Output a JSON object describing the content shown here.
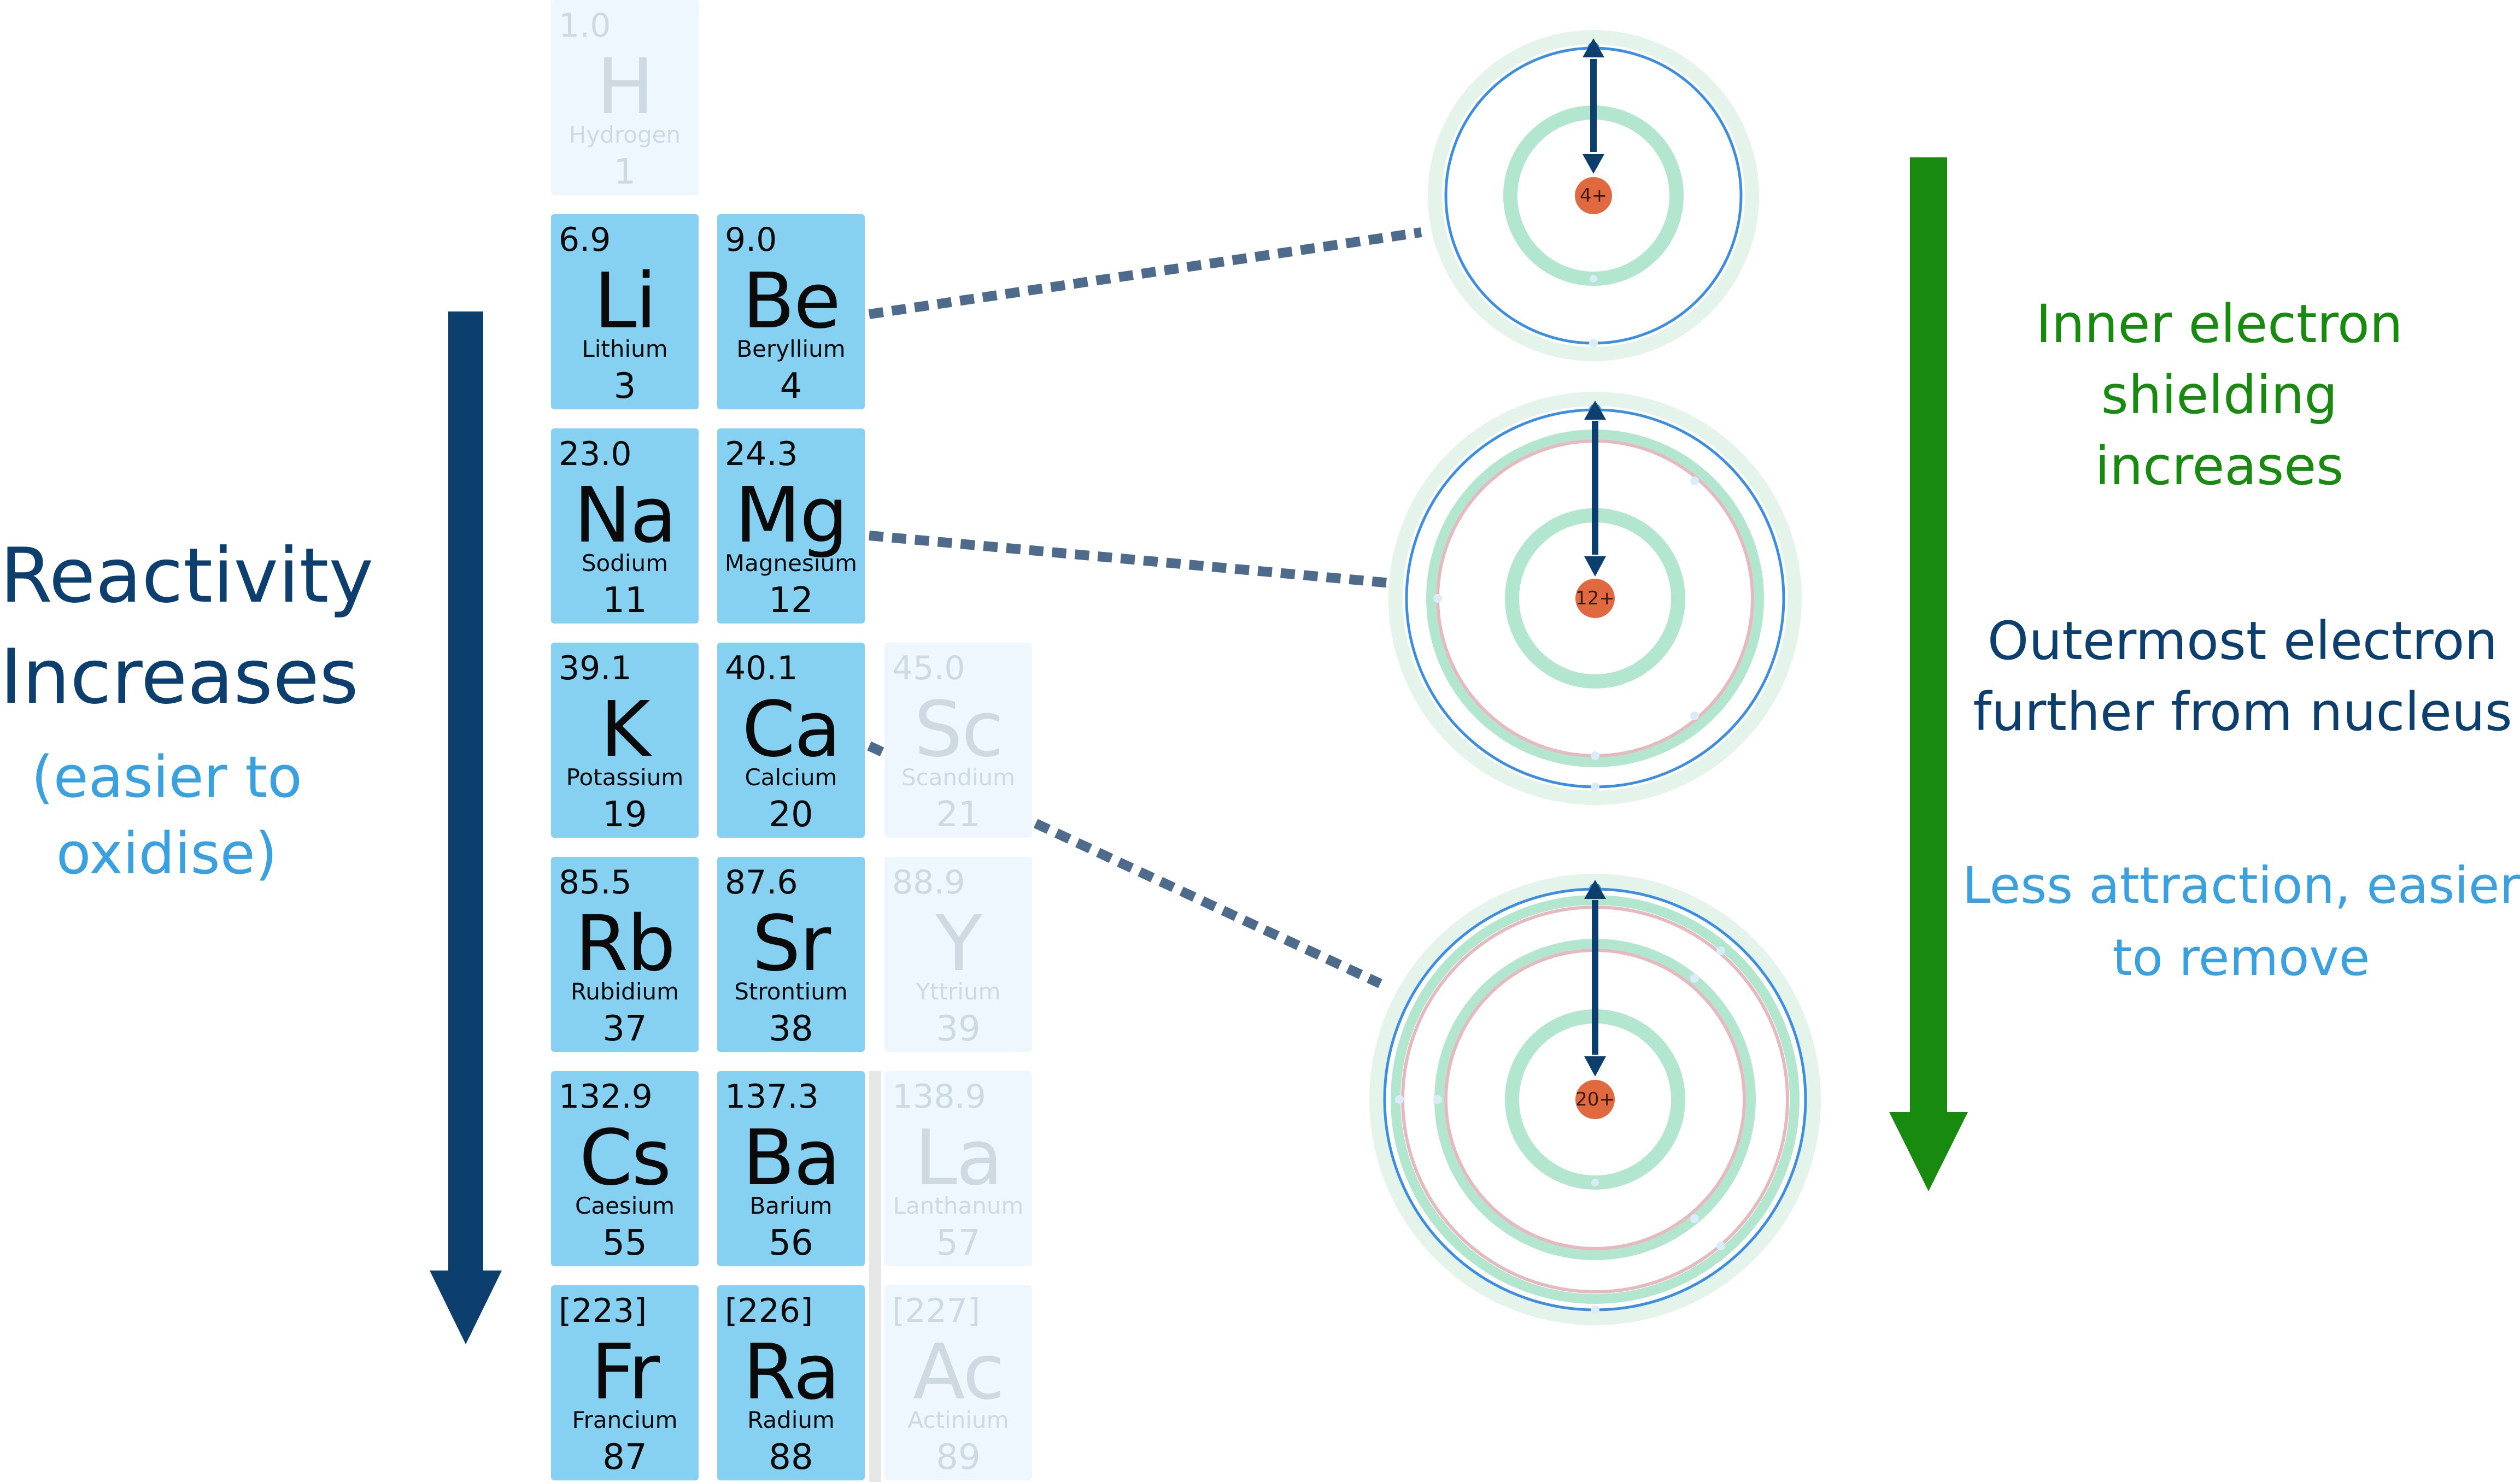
{
  "left_text": {
    "title_line1": "Reactivity",
    "title_line2": "Increases",
    "sub_line1": "(easier to",
    "sub_line2": "oxidise)"
  },
  "right_text": {
    "shield_line1": "Inner electron",
    "shield_line2": "shielding",
    "shield_line3": "increases",
    "outer_line1": "Outermost electron",
    "outer_line2": "further from nucleus",
    "less_line1": "Less attraction, easier",
    "less_line2": "to remove"
  },
  "elements": {
    "h": {
      "mass": "1.0",
      "symbol": "H",
      "name": "Hydrogen",
      "number": "1"
    },
    "li": {
      "mass": "6.9",
      "symbol": "Li",
      "name": "Lithium",
      "number": "3"
    },
    "na": {
      "mass": "23.0",
      "symbol": "Na",
      "name": "Sodium",
      "number": "11"
    },
    "k": {
      "mass": "39.1",
      "symbol": "K",
      "name": "Potassium",
      "number": "19"
    },
    "rb": {
      "mass": "85.5",
      "symbol": "Rb",
      "name": "Rubidium",
      "number": "37"
    },
    "cs": {
      "mass": "132.9",
      "symbol": "Cs",
      "name": "Caesium",
      "number": "55"
    },
    "fr": {
      "mass": "[223]",
      "symbol": "Fr",
      "name": "Francium",
      "number": "87"
    },
    "be": {
      "mass": "9.0",
      "symbol": "Be",
      "name": "Beryllium",
      "number": "4"
    },
    "mg": {
      "mass": "24.3",
      "symbol": "Mg",
      "name": "Magnesium",
      "number": "12"
    },
    "ca": {
      "mass": "40.1",
      "symbol": "Ca",
      "name": "Calcium",
      "number": "20"
    },
    "sr": {
      "mass": "87.6",
      "symbol": "Sr",
      "name": "Strontium",
      "number": "38"
    },
    "ba": {
      "mass": "137.3",
      "symbol": "Ba",
      "name": "Barium",
      "number": "56"
    },
    "ra": {
      "mass": "[226]",
      "symbol": "Ra",
      "name": "Radium",
      "number": "88"
    },
    "sc": {
      "mass": "45.0",
      "symbol": "Sc",
      "name": "Scandium",
      "number": "21"
    },
    "y": {
      "mass": "88.9",
      "symbol": "Y",
      "name": "Yttrium",
      "number": "39"
    },
    "la": {
      "mass": "138.9",
      "symbol": "La",
      "name": "Lanthanum",
      "number": "57"
    },
    "ac": {
      "mass": "[227]",
      "symbol": "Ac",
      "name": "Actinium",
      "number": "89"
    }
  },
  "atoms": {
    "be_charge": "4+",
    "mg_charge": "12+",
    "ca_charge": "20+"
  },
  "colors": {
    "navy": "#0d3f6e",
    "green": "#178a0f",
    "light_blue": "#3aa0de",
    "tile_blue": "#86d0f2",
    "nucleus": "#e0693f"
  }
}
